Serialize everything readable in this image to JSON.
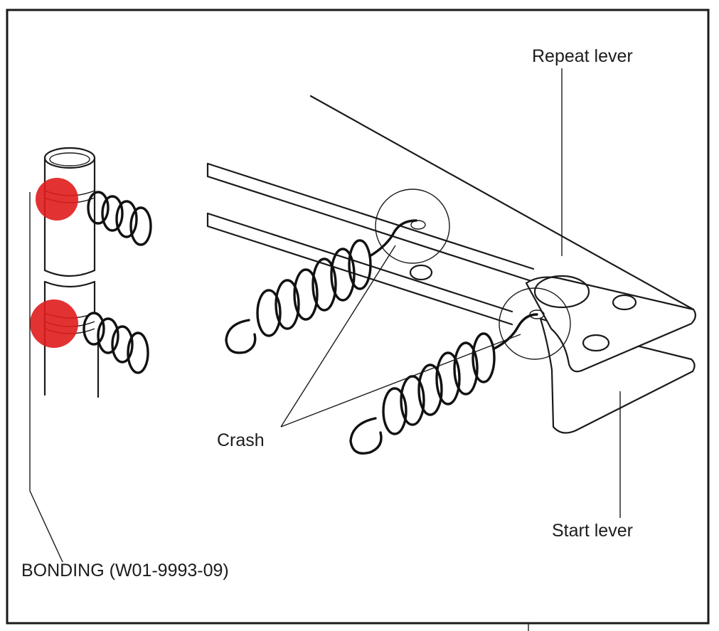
{
  "labels": {
    "repeat_lever": "Repeat lever",
    "start_lever": "Start lever",
    "crash": "Crash",
    "bonding": "BONDING (W01-9993-09)"
  },
  "colors": {
    "bonding_mark": "#e01c1c",
    "line": "#1a1a1a",
    "background": "#ffffff"
  }
}
